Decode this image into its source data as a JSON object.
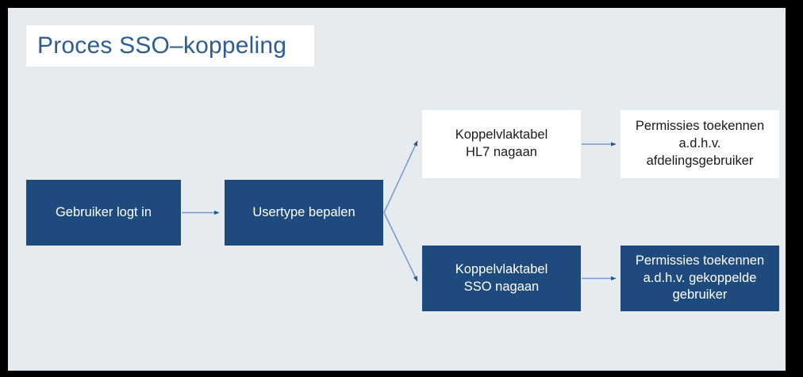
{
  "page": {
    "title": "Proces SSO–koppeling",
    "background_color": "#e6ebf0",
    "frame_color": "#000000",
    "accent_color": "#1f4a7d",
    "title_color": "#2e5d92",
    "connector_color": "#7a9bd0",
    "arrowhead_color": "#2a5596"
  },
  "diagram": {
    "type": "flowchart",
    "nodes": [
      {
        "id": "login",
        "label": "Gebruiker logt in",
        "style": "filled",
        "fill": "#1f4a7d",
        "text_color": "#ffffff"
      },
      {
        "id": "usertype",
        "label": "Usertype bepalen",
        "style": "filled",
        "fill": "#1f4a7d",
        "text_color": "#ffffff"
      },
      {
        "id": "hl7",
        "label": "Koppelvlaktabel HL7 nagaan",
        "line1": "Koppelvlaktabel",
        "line2": "HL7 nagaan",
        "style": "outline",
        "fill": "#ffffff",
        "text_color": "#1a1a1a"
      },
      {
        "id": "perm_afdeling",
        "label": "Permissies toekennen a.d.h.v. afdelingsgebruiker",
        "line1": "Permissies toekennen",
        "line2": "a.d.h.v.",
        "line3": "afdelingsgebruiker",
        "style": "outline",
        "fill": "#ffffff",
        "text_color": "#1a1a1a"
      },
      {
        "id": "sso",
        "label": "Koppelvlaktabel SSO nagaan",
        "line1": "Koppelvlaktabel",
        "line2": "SSO nagaan",
        "style": "filled",
        "fill": "#1f4a7d",
        "text_color": "#ffffff"
      },
      {
        "id": "perm_gekoppelde",
        "label": "Permissies toekennen a.d.h.v. gekoppelde gebruiker",
        "line1": "Permissies toekennen",
        "line2": "a.d.h.v. gekoppelde",
        "line3": "gebruiker",
        "style": "filled",
        "fill": "#1f4a7d",
        "text_color": "#ffffff"
      }
    ],
    "edges": [
      {
        "id": "e1",
        "from": "login",
        "to": "usertype",
        "kind": "straight"
      },
      {
        "id": "e2",
        "from": "usertype",
        "to": "hl7",
        "kind": "branch-up"
      },
      {
        "id": "e3",
        "from": "usertype",
        "to": "sso",
        "kind": "branch-down"
      },
      {
        "id": "e4",
        "from": "hl7",
        "to": "perm_afdeling",
        "kind": "straight"
      },
      {
        "id": "e5",
        "from": "sso",
        "to": "perm_gekoppelde",
        "kind": "straight"
      }
    ]
  }
}
